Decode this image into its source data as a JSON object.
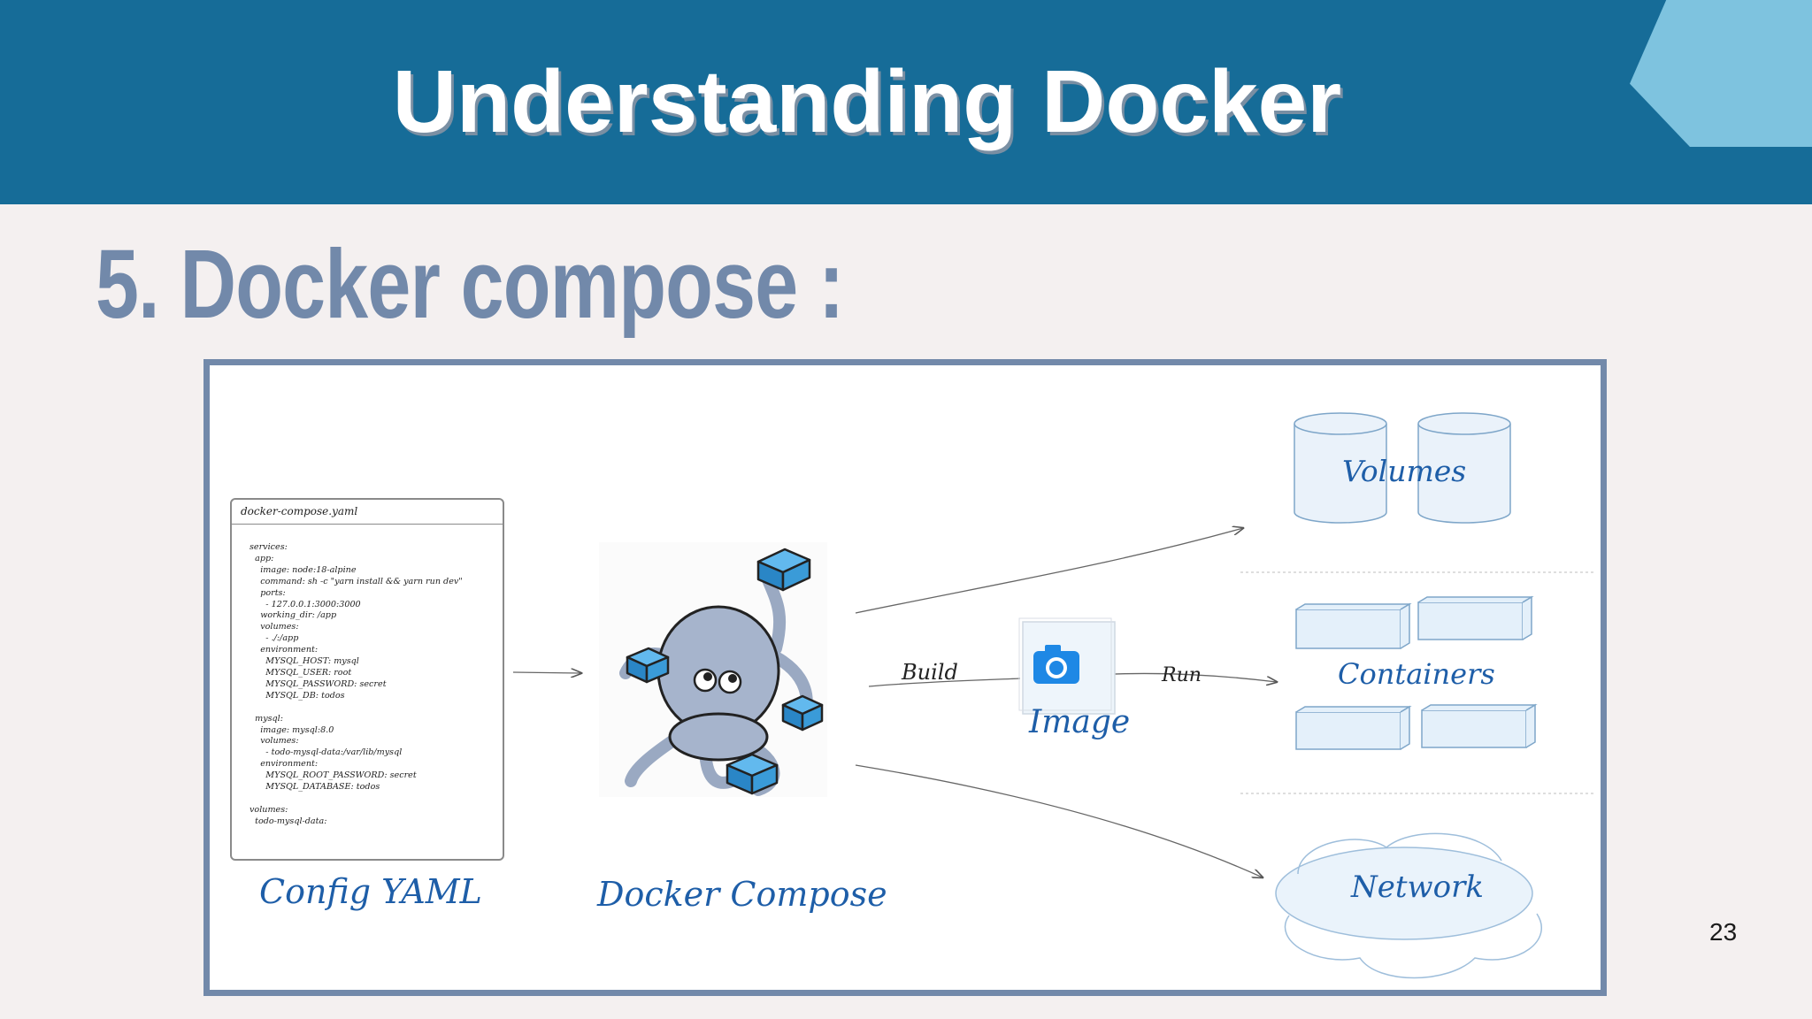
{
  "slide": {
    "title": "Understanding Docker",
    "subtitle": "5. Docker compose :",
    "page_number": "23"
  },
  "diagram": {
    "yaml_file": {
      "filename": "docker-compose.yaml",
      "code": "services:\n  app:\n    image: node:18-alpine\n    command: sh -c \"yarn install && yarn run dev\"\n    ports:\n      - 127.0.0.1:3000:3000\n    working_dir: /app\n    volumes:\n      - ./:/app\n    environment:\n      MYSQL_HOST: mysql\n      MYSQL_USER: root\n      MYSQL_PASSWORD: secret\n      MYSQL_DB: todos\n\n  mysql:\n    image: mysql:8.0\n    volumes:\n      - todo-mysql-data:/var/lib/mysql\n    environment:\n      MYSQL_ROOT_PASSWORD: secret\n      MYSQL_DATABASE: todos\n\nvolumes:\n  todo-mysql-data:"
    },
    "labels": {
      "config_yaml": "Config YAML",
      "docker_compose": "Docker Compose",
      "build": "Build",
      "image": "Image",
      "run": "Run",
      "volumes": "Volumes",
      "containers": "Containers",
      "network": "Network"
    },
    "icons": {
      "compose": "docker-compose-octopus-icon",
      "image": "camera-icon"
    },
    "colors": {
      "header": "#166c98",
      "header_accent": "#7ec3df",
      "subtitle": "#7289aa",
      "frame": "#7289aa",
      "handwriting": "#1e5ea8",
      "cube": "#3a9bd8",
      "octopus": "#a6b4cc"
    }
  }
}
